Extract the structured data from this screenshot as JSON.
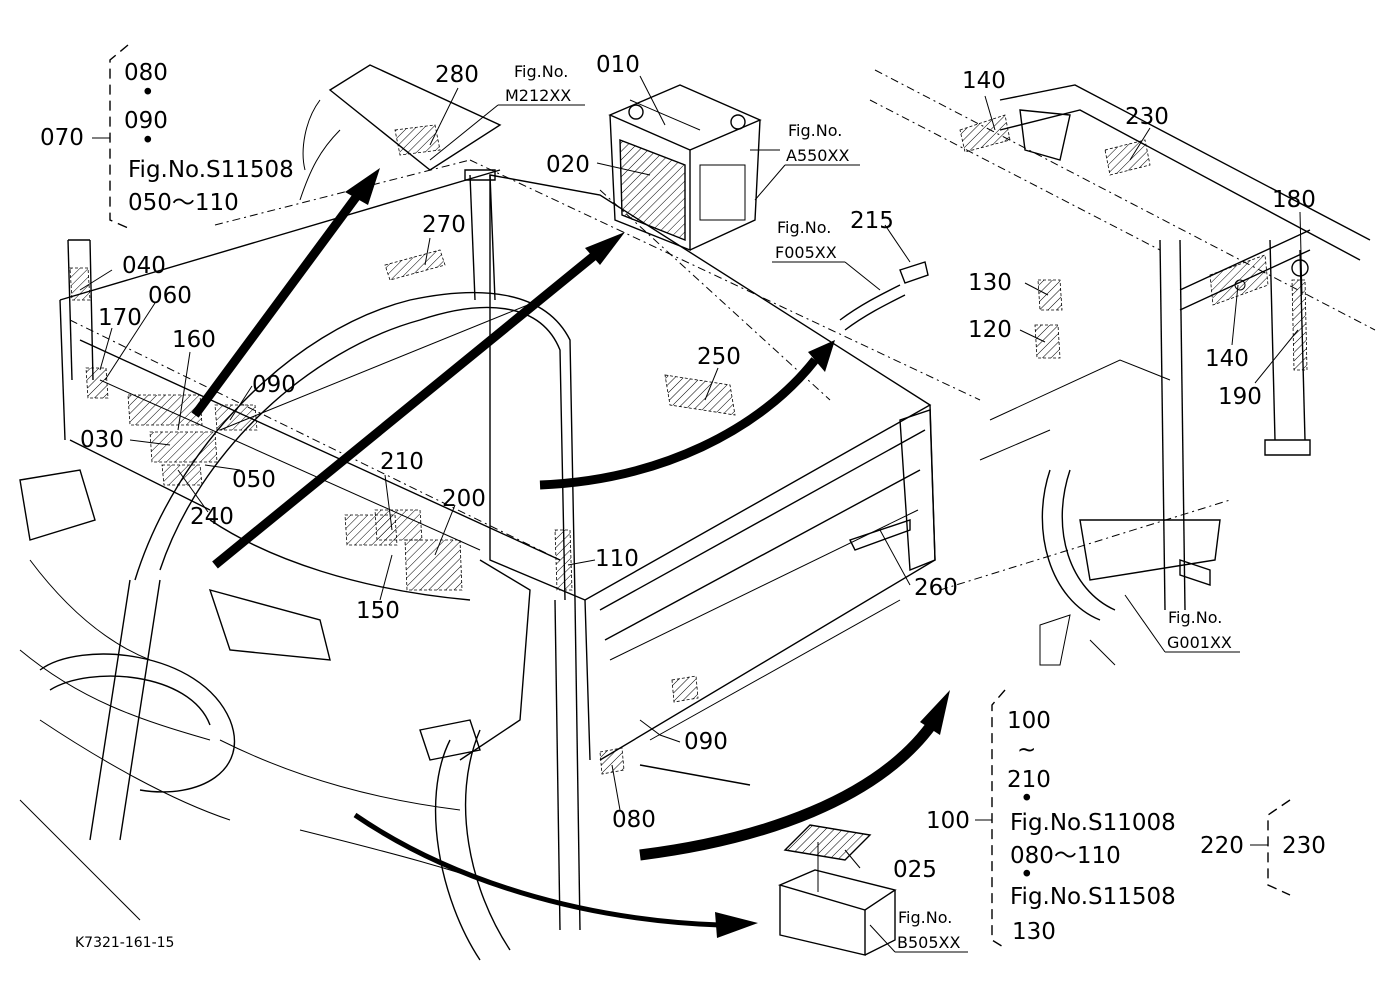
{
  "labels": {
    "l010": "010",
    "l020": "020",
    "l025": "025",
    "l030": "030",
    "l040": "040",
    "l050": "050",
    "l060": "060",
    "l070": "070",
    "l080a": "080",
    "l080b": "080",
    "l090a": "090",
    "l090b": "090",
    "l090c": "090",
    "l100a": "100",
    "l100b": "100",
    "l110": "110",
    "l120": "120",
    "l130": "130",
    "l140a": "140",
    "l140b": "140",
    "l150": "150",
    "l160": "160",
    "l170": "170",
    "l180": "180",
    "l190": "190",
    "l200": "200",
    "l210a": "210",
    "l210b": "210",
    "l215": "215",
    "l220": "220",
    "l230a": "230",
    "l230b": "230",
    "l240": "240",
    "l250": "250",
    "l260": "260",
    "l270": "270",
    "l280": "280"
  },
  "figrefs": {
    "m212_head": "Fig.No.",
    "m212": "M212XX",
    "a550_head": "Fig.No.",
    "a550": "A550XX",
    "f005_head": "Fig.No.",
    "f005": "F005XX",
    "g001_head": "Fig.No.",
    "g001": "G001XX",
    "b505_head": "Fig.No.",
    "b505": "B505XX"
  },
  "group070": {
    "dot1": "•",
    "dot2": "•",
    "fig": "Fig.No.S11508",
    "range": "050～110"
  },
  "group100": {
    "tilde": "~",
    "dot1": "•",
    "dot2": "•",
    "fig1": "Fig.No.S11008",
    "range1": "080～110",
    "fig2": "Fig.No.S11508",
    "last": "130"
  },
  "drawing_code": "K7321-161-15"
}
